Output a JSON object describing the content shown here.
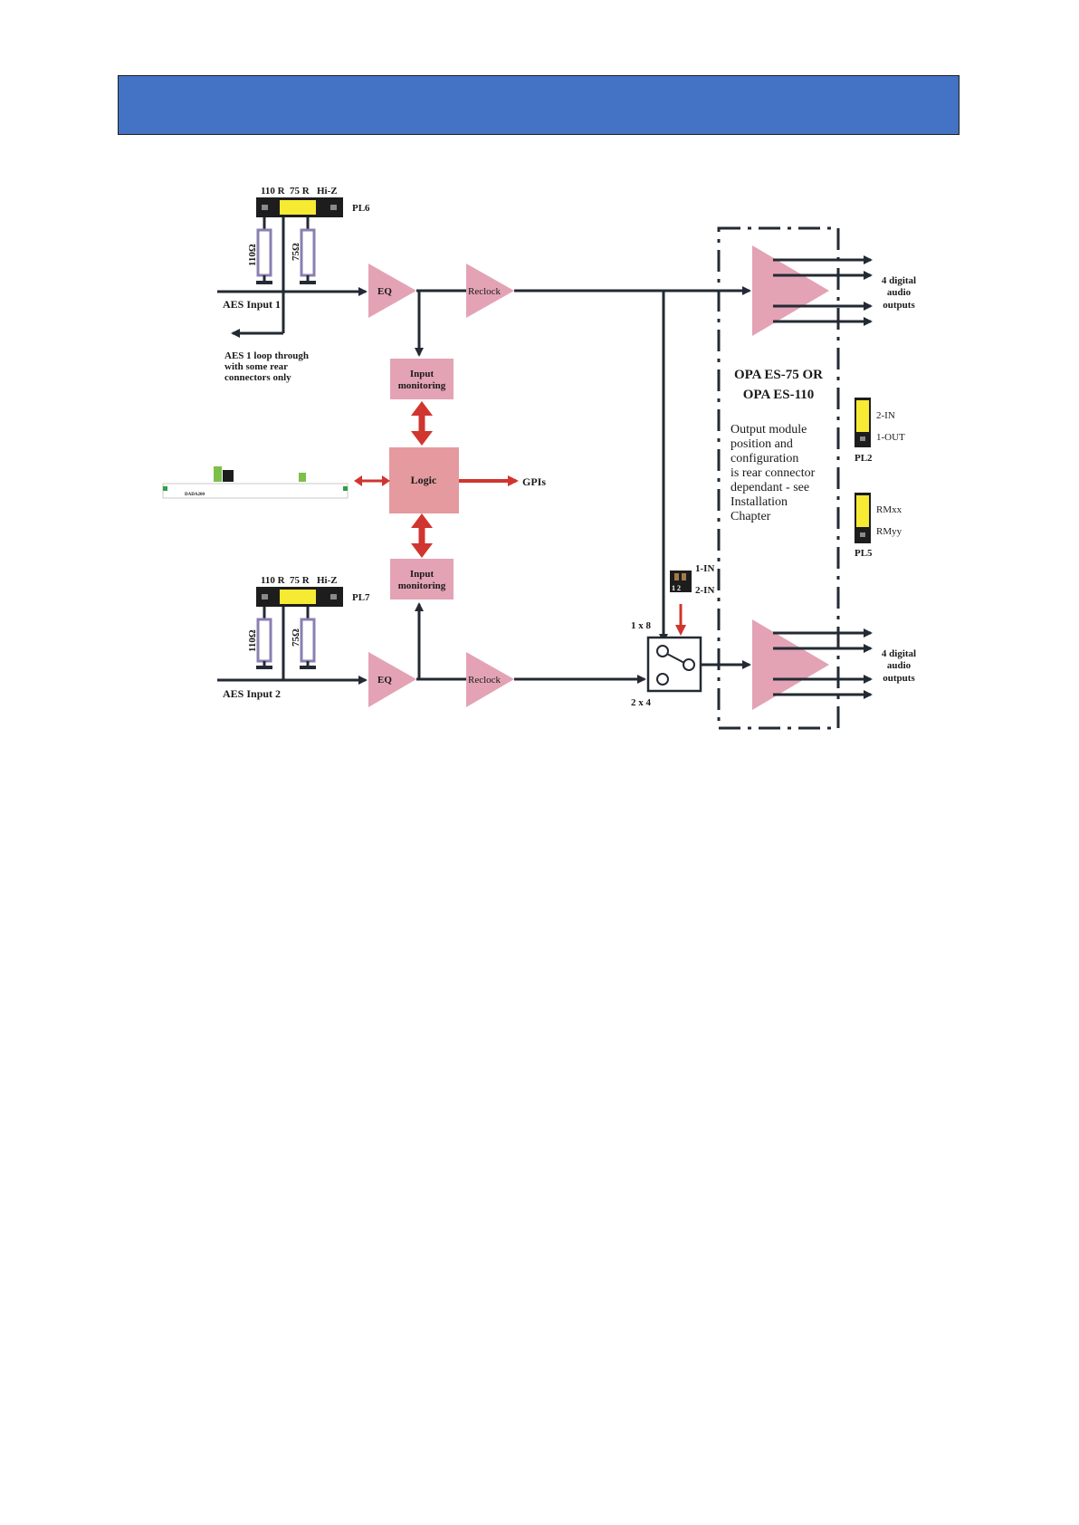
{
  "header_banner": {
    "color": "#4472c4"
  },
  "colors": {
    "block": "#e3a3b5",
    "logic": "#e59a9f",
    "arrow": "#d0352f",
    "line": "#232a33",
    "resistor": "#8a7fb2",
    "jumper": "#f6ea33"
  },
  "input1": {
    "jumper_labels": [
      "110 R",
      "75 R",
      "Hi-Z"
    ],
    "jumper_id": "PL6",
    "resistor_labels": [
      "110Ω",
      "75Ω"
    ],
    "input_label": "AES Input 1",
    "loop_label": [
      "AES 1 loop through",
      "with some rear",
      "connectors only"
    ]
  },
  "input2": {
    "jumper_labels": [
      "110 R",
      "75 R",
      "Hi-Z"
    ],
    "jumper_id": "PL7",
    "resistor_labels": [
      "110Ω",
      "75Ω"
    ],
    "input_label": "AES Input 2"
  },
  "blocks": {
    "eq": "EQ",
    "reclock": "Reclock",
    "input_monitoring": [
      "Input",
      "monitoring"
    ],
    "logic": "Logic",
    "gpis": "GPIs"
  },
  "switch": {
    "label_top": "1 x 8",
    "label_bottom": "2 x 4",
    "dip_labels": [
      "1-IN",
      "2-IN"
    ],
    "dip_text": "1 2"
  },
  "board": {
    "name": "DADA200"
  },
  "output_module": {
    "title": [
      "OPA ES-75 OR",
      "OPA ES-110"
    ],
    "description": [
      "Output module",
      "position and",
      "configuration",
      "is rear connector",
      "dependant  - see",
      "Installation",
      "Chapter"
    ],
    "outputs_label": [
      "4 digital",
      "audio",
      "outputs"
    ]
  },
  "pl2": {
    "id": "PL2",
    "labels": [
      "2-IN",
      "1-OUT"
    ]
  },
  "pl5": {
    "id": "PL5",
    "labels": [
      "RMxx",
      "RMyy"
    ]
  }
}
